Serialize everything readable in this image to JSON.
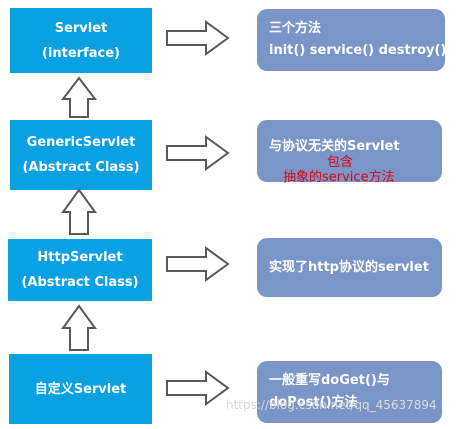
{
  "classes": [
    {
      "line1": "Servlet",
      "line2": "(interface)"
    },
    {
      "line1": "GenericServlet",
      "line2": "(Abstract Class)"
    },
    {
      "line1": "HttpServlet",
      "line2": "(Abstract Class)"
    },
    {
      "line1": "自定义Servlet"
    }
  ],
  "descriptions": [
    {
      "line1": "三个方法",
      "line2": "init() service() destroy()"
    },
    {
      "line1": "与协议无关的Servlet",
      "red1": "包含",
      "red2": "抽象的service方法"
    },
    {
      "line1": "实现了http协议的servlet"
    },
    {
      "line1": "一般重写doGet()与",
      "line2": "doPost()方法"
    }
  ],
  "watermark": "https://blog.csdn.net/qq_45637894",
  "colors": {
    "class_box": "#0aa1e3",
    "description_box": "#7a96c8",
    "annotation_red": "#e8000f",
    "arrow_outline": "#595959"
  }
}
